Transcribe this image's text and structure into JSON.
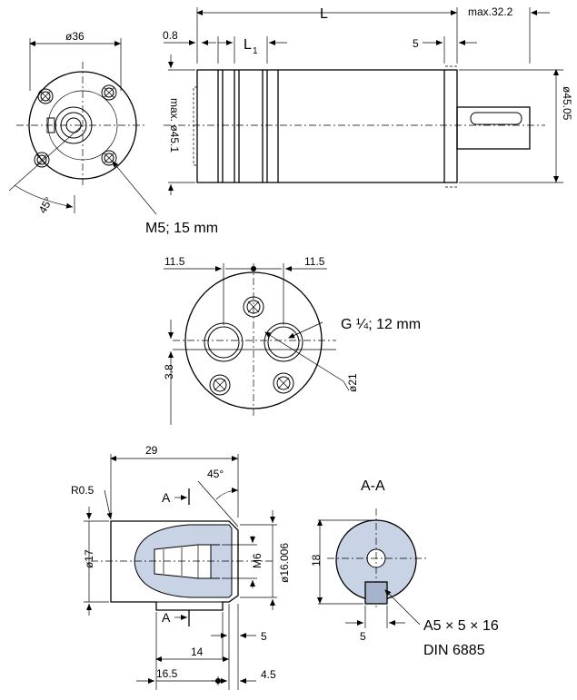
{
  "labels": {
    "L": "L",
    "max_32_2": "max.32.2",
    "d36": "ø36",
    "d0_8": "0.8",
    "L1_main": "L",
    "L1_sub": "1",
    "d5_top": "5",
    "max45_1": "max. ø45.1",
    "d45_05": "ø45.05",
    "angle45": "45°",
    "m5": "M5; 15 mm",
    "d11_5_left": "11.5",
    "d11_5_right": "11.5",
    "g14": "G ¼; 12 mm",
    "d3_8": "3.8",
    "d21": "ø21",
    "d29": "29",
    "r0_5": "R0.5",
    "angle45b": "45°",
    "sectA_top": "A",
    "sectA_bot": "A",
    "d17": "ø17",
    "m6": "M6",
    "d16_006": "ø16.006",
    "d5_bot": "5",
    "d14": "14",
    "d16_5": "16.5",
    "d4_5": "4.5",
    "sectAA": "A-A",
    "d18": "18",
    "d5_key": "5",
    "key_spec": "A5 × 5 × 16",
    "din": "DIN 6885"
  },
  "colors": {
    "fill_blue": "#c9d3e6",
    "line": "#000000"
  }
}
